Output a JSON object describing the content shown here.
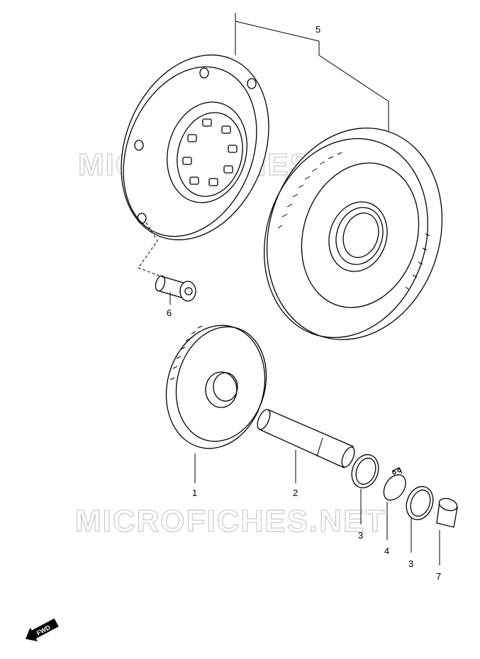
{
  "watermark": {
    "text": "MICROFICHES.NET"
  },
  "callouts": [
    {
      "id": "c1",
      "label": "1"
    },
    {
      "id": "c2",
      "label": "2"
    },
    {
      "id": "c3a",
      "label": "3"
    },
    {
      "id": "c4",
      "label": "4"
    },
    {
      "id": "c3b",
      "label": "3"
    },
    {
      "id": "c5",
      "label": "5"
    },
    {
      "id": "c6",
      "label": "6"
    },
    {
      "id": "c7",
      "label": "7"
    }
  ],
  "fwd": {
    "label": "FWD"
  }
}
